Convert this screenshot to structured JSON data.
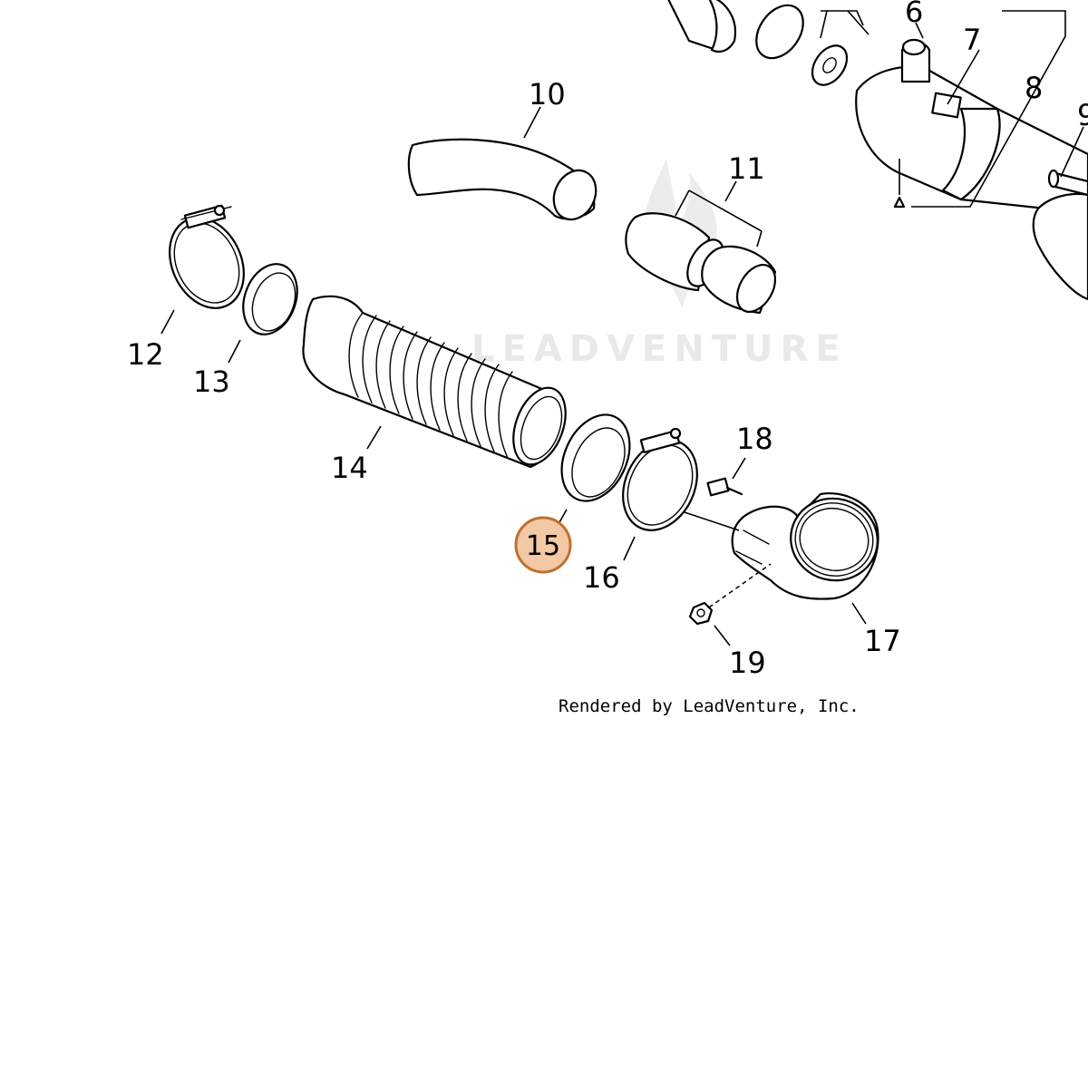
{
  "diagram": {
    "watermark": "LEADVENTURE",
    "credit": "Rendered by LeadVenture, Inc.",
    "highlight_color": "#f2c9a4",
    "highlight_border": "#c0712e",
    "callouts": [
      "6",
      "7",
      "8",
      "9",
      "10",
      "11",
      "12",
      "13",
      "14",
      "15",
      "16",
      "17",
      "18",
      "19"
    ],
    "highlighted_callout": "15"
  }
}
